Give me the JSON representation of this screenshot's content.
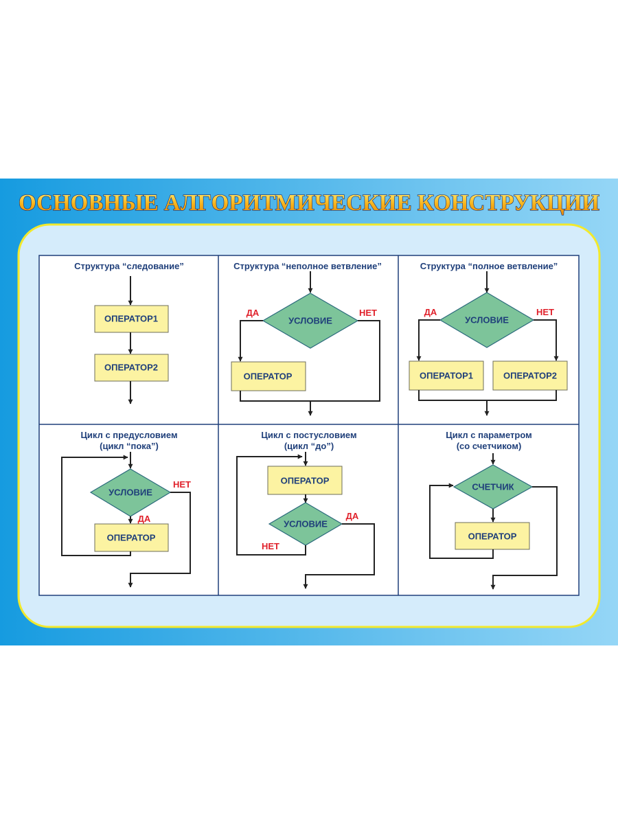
{
  "title": "ОСНОВНЫЕ АЛГОРИТМИЧЕСКИЕ КОНСТРУКЦИИ",
  "colors": {
    "band_left": "#169be0",
    "band_right": "#95d6f6",
    "panel": "#d5ecfb",
    "panel_border": "#f2e92c",
    "box": "#fcf3a2",
    "diamond": "#7dc49a",
    "text": "#1f3f7a",
    "yes_no": "#e0202a"
  },
  "panels": [
    {
      "title": "Структура “следование”",
      "op1": "ОПЕРАТОР1",
      "op2": "ОПЕРАТОР2"
    },
    {
      "title": "Структура “неполное ветвление”",
      "cond": "УСЛОВИЕ",
      "op": "ОПЕРАТОР",
      "yes": "ДА",
      "no": "НЕТ"
    },
    {
      "title": "Структура “полное ветвление”",
      "cond": "УСЛОВИЕ",
      "op1": "ОПЕРАТОР1",
      "op2": "ОПЕРАТОР2",
      "yes": "ДА",
      "no": "НЕТ"
    },
    {
      "title1": "Цикл с предусловием",
      "title2": "(цикл “пока”)",
      "cond": "УСЛОВИЕ",
      "op": "ОПЕРАТОР",
      "yes": "ДА",
      "no": "НЕТ"
    },
    {
      "title1": "Цикл с постусловием",
      "title2": "(цикл “до”)",
      "cond": "УСЛОВИЕ",
      "op": "ОПЕРАТОР",
      "yes": "ДА",
      "no": "НЕТ"
    },
    {
      "title1": "Цикл с параметром",
      "title2": "(со счетчиком)",
      "cond": "СЧЕТЧИК",
      "op": "ОПЕРАТОР"
    }
  ]
}
